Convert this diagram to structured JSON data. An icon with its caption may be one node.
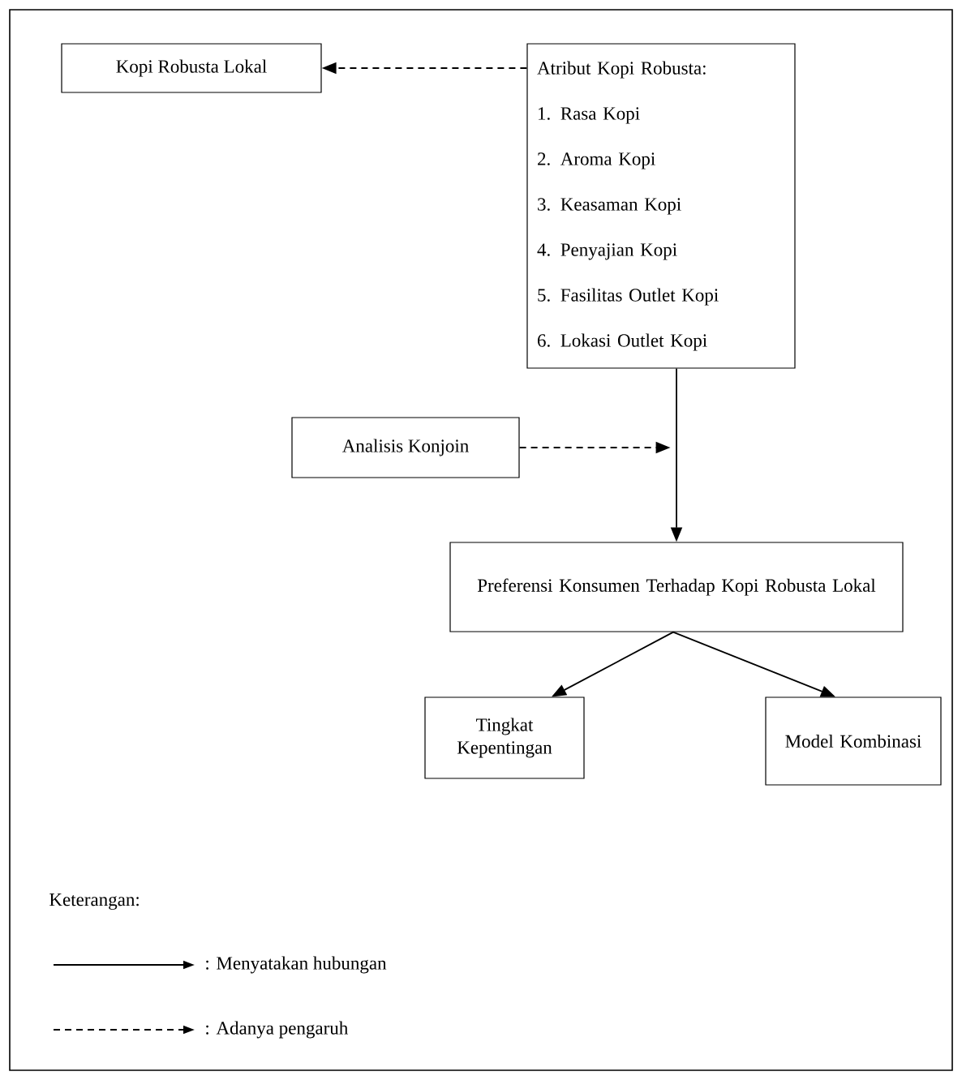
{
  "diagram": {
    "nodes": [
      {
        "text": [
          "Kopi Robusta Lokal"
        ]
      },
      {
        "text": [
          "Atribut Kopi Robusta:",
          "1. Rasa Kopi",
          "2. Aroma Kopi",
          "3. Keasaman Kopi",
          "4. Penyajian Kopi",
          "5. Fasilitas Outlet Kopi",
          "6. Lokasi Outlet Kopi"
        ]
      },
      {
        "text": [
          "Analisis Konjoin"
        ]
      },
      {
        "text": [
          "Preferensi Konsumen Terhadap Kopi Robusta Lokal"
        ]
      },
      {
        "text": [
          "Tingkat Kepentingan"
        ]
      },
      {
        "text": [
          "Model Kombinasi"
        ]
      }
    ],
    "edges": [
      {
        "from": 1,
        "to": 0,
        "arrow": "to",
        "style": "dashed"
      },
      {
        "from": 1,
        "to": 3,
        "arrow": "to"
      },
      {
        "from": 2,
        "to": null,
        "arrow": "to",
        "style": "dashed"
      },
      {
        "from": 3,
        "to": 4,
        "arrow": "to"
      },
      {
        "from": 3,
        "to": 5,
        "arrow": "to"
      }
    ],
    "labels": [
      "Keterangan:"
    ],
    "legend": [
      {
        "text": ": Menyatakan hubungan"
      },
      {
        "text": ": Adanya pengaruh"
      }
    ]
  }
}
